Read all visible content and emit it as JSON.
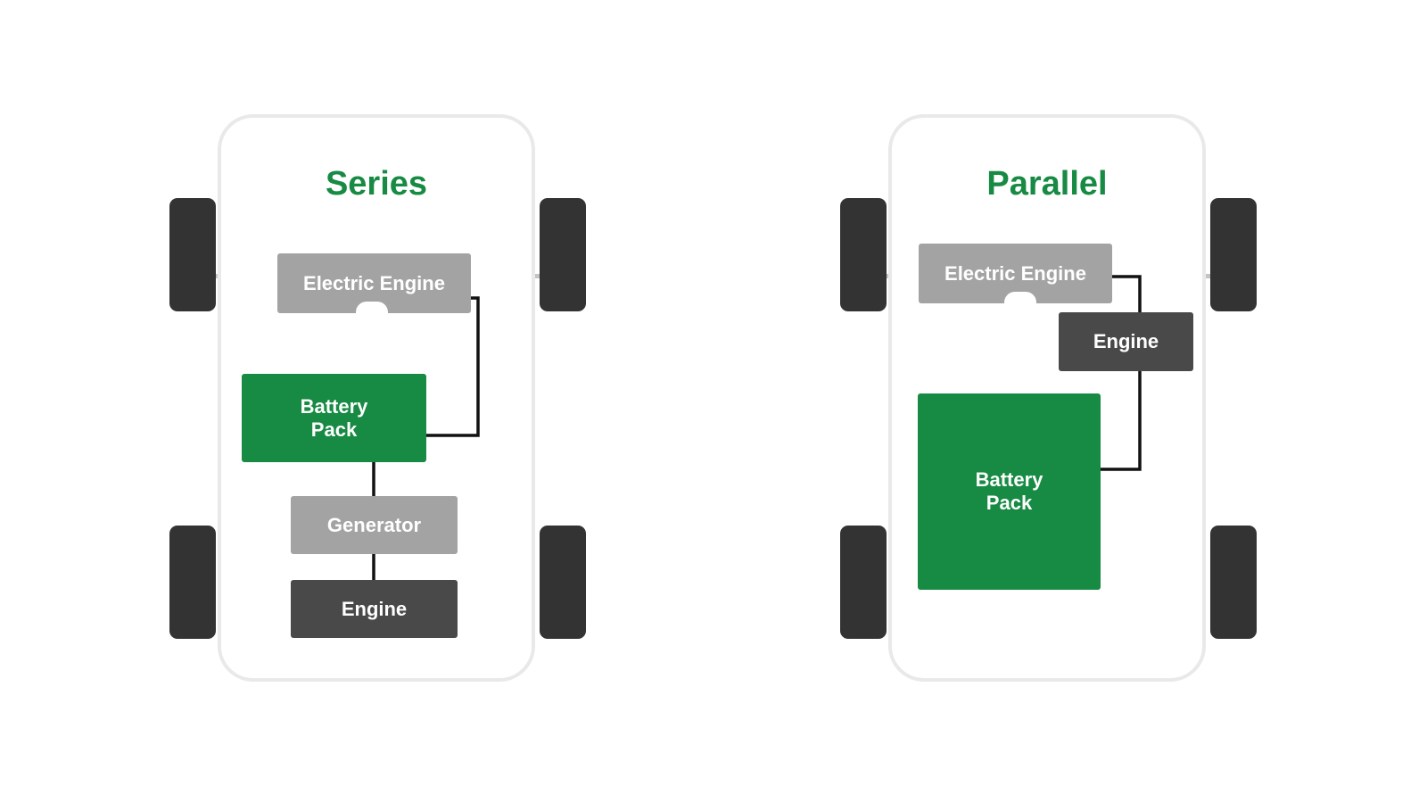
{
  "diagrams": {
    "series": {
      "title": "Series",
      "electric_engine": "Electric Engine",
      "battery_pack": "Battery\nPack",
      "generator": "Generator",
      "engine": "Engine"
    },
    "parallel": {
      "title": "Parallel",
      "electric_engine": "Electric Engine",
      "engine": "Engine",
      "battery_pack": "Battery\nPack"
    }
  },
  "colors": {
    "accent_green": "#178a43",
    "component_light": "#a3a3a3",
    "component_dark": "#494949",
    "wheel": "#333333",
    "car_outline": "#e9e9e9"
  }
}
